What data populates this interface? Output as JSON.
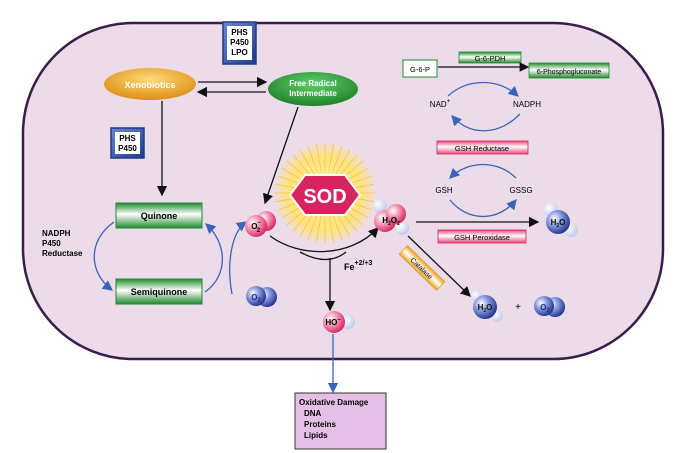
{
  "labels": {
    "phs_p450_lpo": [
      "PHS",
      "P450",
      "LPO"
    ],
    "phs_p450": [
      "PHS",
      "P450"
    ],
    "xenobiotics": "Xenobiotics",
    "free_radical": [
      "Free Radical",
      "Intermediate"
    ],
    "quinone": "Quinone",
    "semiquinone": "Semiquinone",
    "nadph_p450_reductase": [
      "NADPH",
      "P450",
      "Reductase"
    ],
    "sod": "SOD",
    "fe": "Fe",
    "fe_sup": "+2/+3",
    "g6p": "G-6-P",
    "g6pdh": "G-6-PDH",
    "phosphogluconate": "6-Phosphogluconate",
    "nad": "NAD",
    "nad_sup": "+",
    "nadph": "NADPH",
    "gsh_reductase": "GSH Reductase",
    "gsh": "GSH",
    "gssg": "GSSG",
    "gsh_peroxidase": "GSH Peroxidase",
    "catalase": "Catalase",
    "plus": "+",
    "oxidative_title": "Oxidative Damage",
    "oxidative_items": [
      "DNA",
      "Proteins",
      "Lipids"
    ]
  },
  "colors": {
    "cell_fill": "#ecdcea",
    "cell_stroke": "#3a1e4a",
    "green": "#2f9a3a",
    "orange": "#e8a21a",
    "pink": "#e8457a",
    "blue_molecule": "#2c3f9a",
    "navy_box": "#1f3a8a",
    "arrow_blue": "#3a64b8",
    "damage_box": "#e6bfe6"
  }
}
